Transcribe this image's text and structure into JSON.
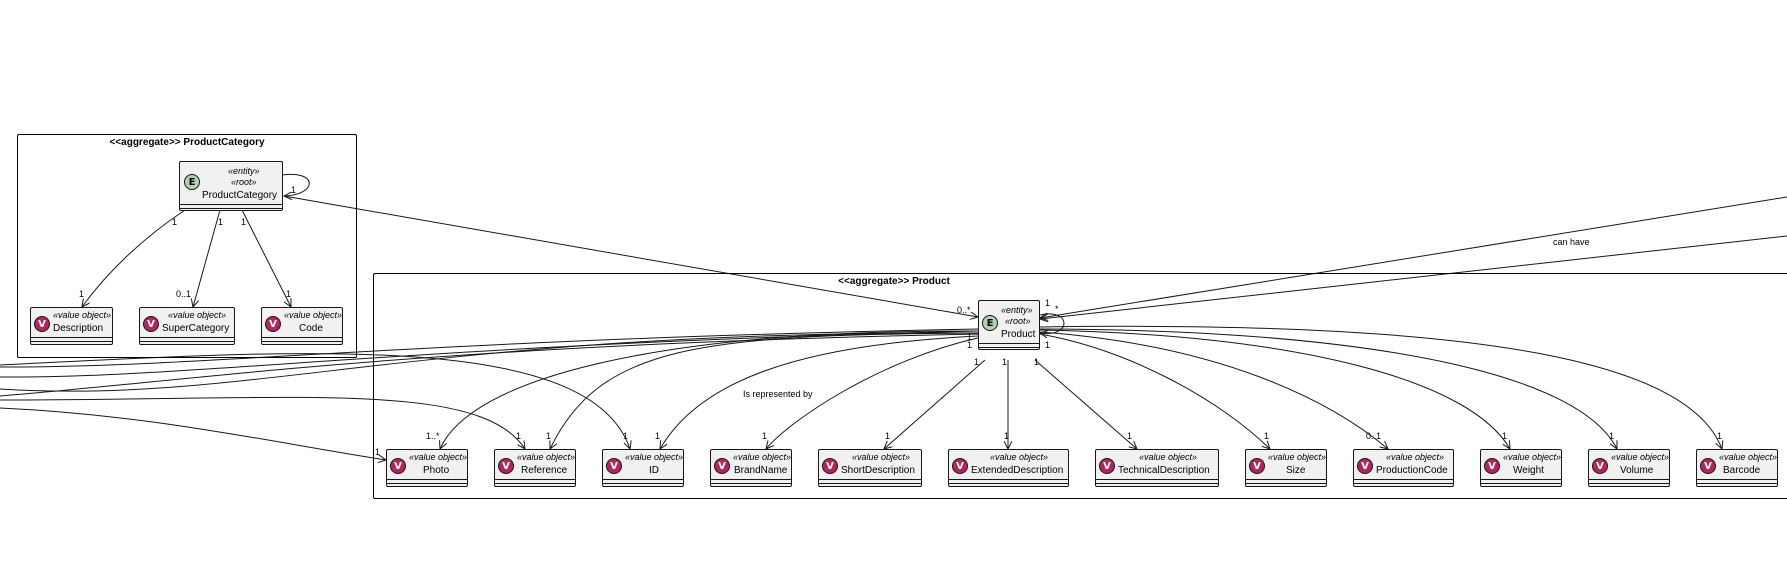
{
  "packages": {
    "product_category": {
      "title": "<<aggregate>> ProductCategory"
    },
    "product": {
      "title": "<<aggregate>> Product"
    }
  },
  "stereotypes": {
    "entity": "«entity»",
    "root": "«root»",
    "value_object": "«value object»"
  },
  "circle_letters": {
    "entity": "E",
    "value_object": "V"
  },
  "classes": {
    "product_category": {
      "name": "ProductCategory"
    },
    "product": {
      "name": "Product"
    },
    "description": {
      "name": "Description"
    },
    "super_category": {
      "name": "SuperCategory"
    },
    "code": {
      "name": "Code"
    },
    "photo": {
      "name": "Photo"
    },
    "reference": {
      "name": "Reference"
    },
    "id": {
      "name": "ID"
    },
    "brand_name": {
      "name": "BrandName"
    },
    "short_description": {
      "name": "ShortDescription"
    },
    "extended_description": {
      "name": "ExtendedDescription"
    },
    "technical_description": {
      "name": "TechnicalDescription"
    },
    "size": {
      "name": "Size"
    },
    "production_code": {
      "name": "ProductionCode"
    },
    "weight": {
      "name": "Weight"
    },
    "volume": {
      "name": "Volume"
    },
    "barcode": {
      "name": "Barcode"
    }
  },
  "relation_labels": {
    "represented_by": "Is represented by",
    "can_have": "can have"
  },
  "multiplicities": {
    "pc_self": "1",
    "pc_desc_src": "1",
    "pc_desc_dst": "1",
    "pc_super_src": "1",
    "pc_super_dst": "0..1",
    "pc_code_src": "1",
    "pc_code_dst": "1",
    "pc_product": "0..*",
    "p_self_a": "1",
    "p_self_b": "*",
    "p_left_1": "1",
    "p_left_2": "1",
    "p_brand_src": "1",
    "p_short_src": "1",
    "p_ext_src": "1",
    "p_tech_src": "1",
    "photo": "1..*",
    "photo_ext": "1",
    "reference": "1",
    "reference_b": "1",
    "id": "1",
    "id_b": "1",
    "brand_name": "1",
    "short_description": "1",
    "extended_description": "1",
    "technical_description": "1",
    "size": "1",
    "production_code": "0..1",
    "weight": "1",
    "volume": "1",
    "barcode": "1"
  },
  "colors": {
    "value_object": "#b4245f",
    "entity": "#add1b2",
    "class_fill": "#f1f1f1",
    "line": "#181818"
  }
}
